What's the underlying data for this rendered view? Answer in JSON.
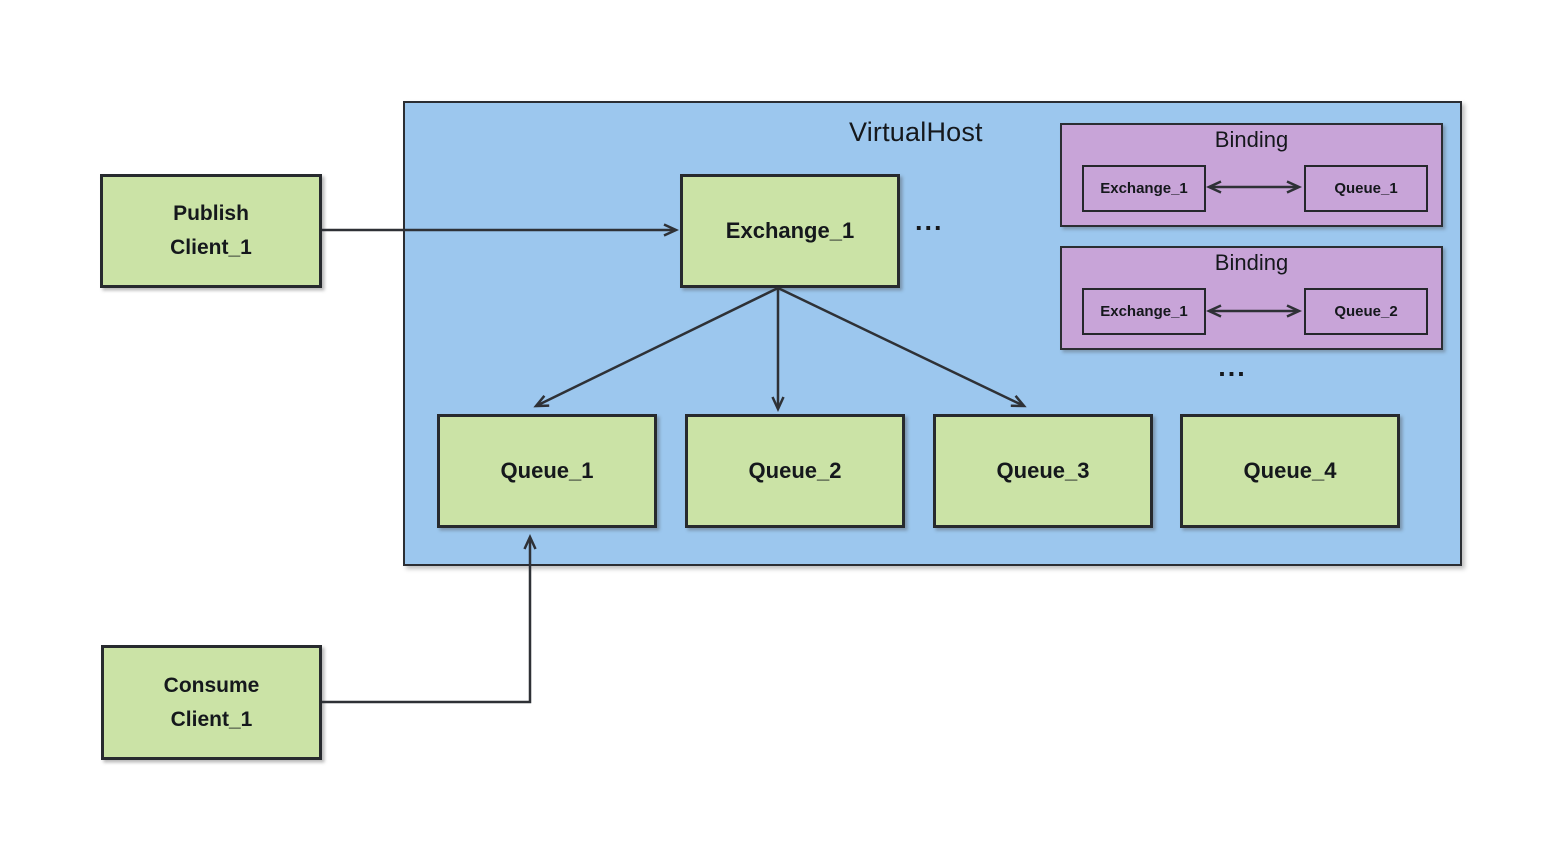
{
  "diagram": {
    "virtualhost_label": "VirtualHost",
    "publish_client": {
      "line1": "Publish",
      "line2": "Client_1"
    },
    "consume_client": {
      "line1": "Consume",
      "line2": "Client_1"
    },
    "exchange_label": "Exchange_1",
    "exchange_more": "...",
    "queues": [
      "Queue_1",
      "Queue_2",
      "Queue_3",
      "Queue_4"
    ],
    "bindings": [
      {
        "title": "Binding",
        "source": "Exchange_1",
        "target": "Queue_1"
      },
      {
        "title": "Binding",
        "source": "Exchange_1",
        "target": "Queue_2"
      }
    ],
    "bindings_more": "...",
    "colors": {
      "virtualhost_fill": "#9CC7EE",
      "node_fill": "#CBE3A6",
      "binding_fill": "#C8A4D8",
      "stroke": "#2E3136",
      "background": "#FFFFFF"
    }
  }
}
